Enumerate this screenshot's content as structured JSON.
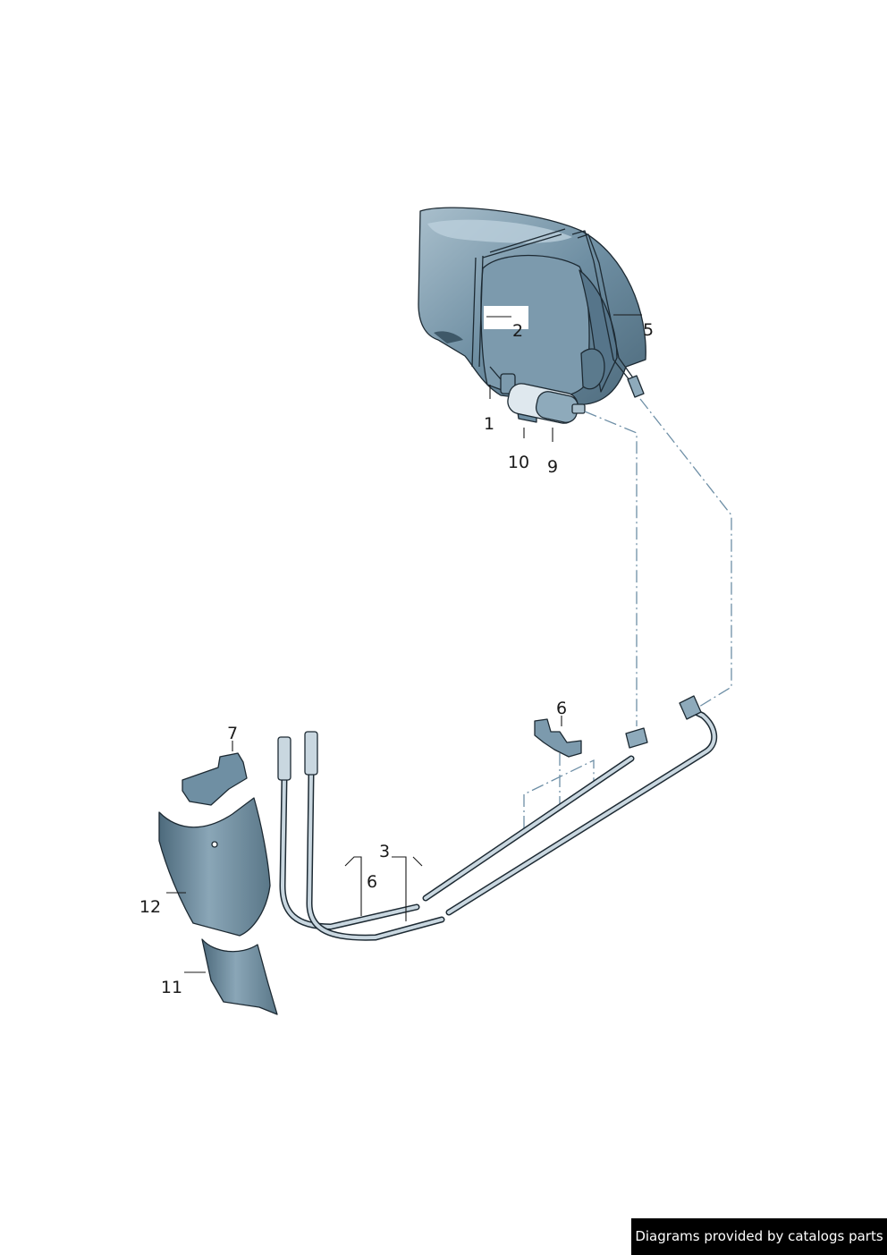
{
  "callouts": [
    {
      "id": "c1",
      "label": "1"
    },
    {
      "id": "c2",
      "label": "2"
    },
    {
      "id": "c3",
      "label": "3"
    },
    {
      "id": "c5",
      "label": "5"
    },
    {
      "id": "c6a",
      "label": "6"
    },
    {
      "id": "c6b",
      "label": "6"
    },
    {
      "id": "c7",
      "label": "7"
    },
    {
      "id": "c9",
      "label": "9"
    },
    {
      "id": "c10",
      "label": "10"
    },
    {
      "id": "c11",
      "label": "11"
    },
    {
      "id": "c12",
      "label": "12"
    }
  ],
  "credit": {
    "text": "Diagrams provided by catalogs parts"
  },
  "colors": {
    "part_fill": "#6f8fa3",
    "part_light": "#a9bfcc",
    "part_dark": "#4d6a7c",
    "outline": "#1d2a33",
    "dash_line": "#6e8fa6"
  }
}
